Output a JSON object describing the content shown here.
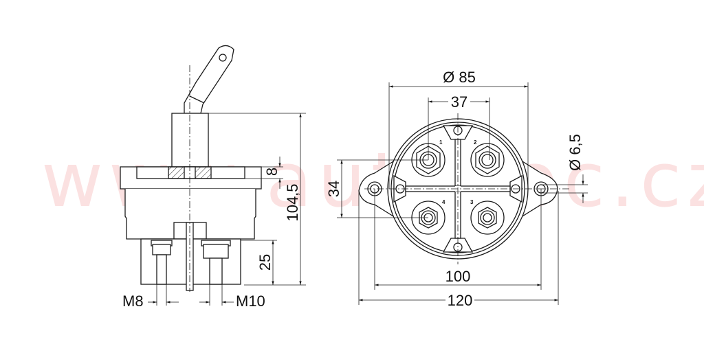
{
  "watermark": "www.autodoc.cz",
  "side_view": {
    "dimensions": {
      "overall_height": "104,5",
      "flange_thickness": "8",
      "terminal_height": "25",
      "thread_left": "M8",
      "thread_right": "M10"
    }
  },
  "front_view": {
    "dimensions": {
      "body_diameter": "Ø 85",
      "terminal_spacing_horizontal": "37",
      "terminal_spacing_vertical": "34",
      "hole_diameter": "Ø 6,5",
      "hole_spacing": "100",
      "overall_width": "120"
    },
    "terminals": [
      "1",
      "2",
      "3",
      "4"
    ]
  },
  "colors": {
    "line": "#1a1a1a",
    "watermark": "#fbe1e1"
  }
}
